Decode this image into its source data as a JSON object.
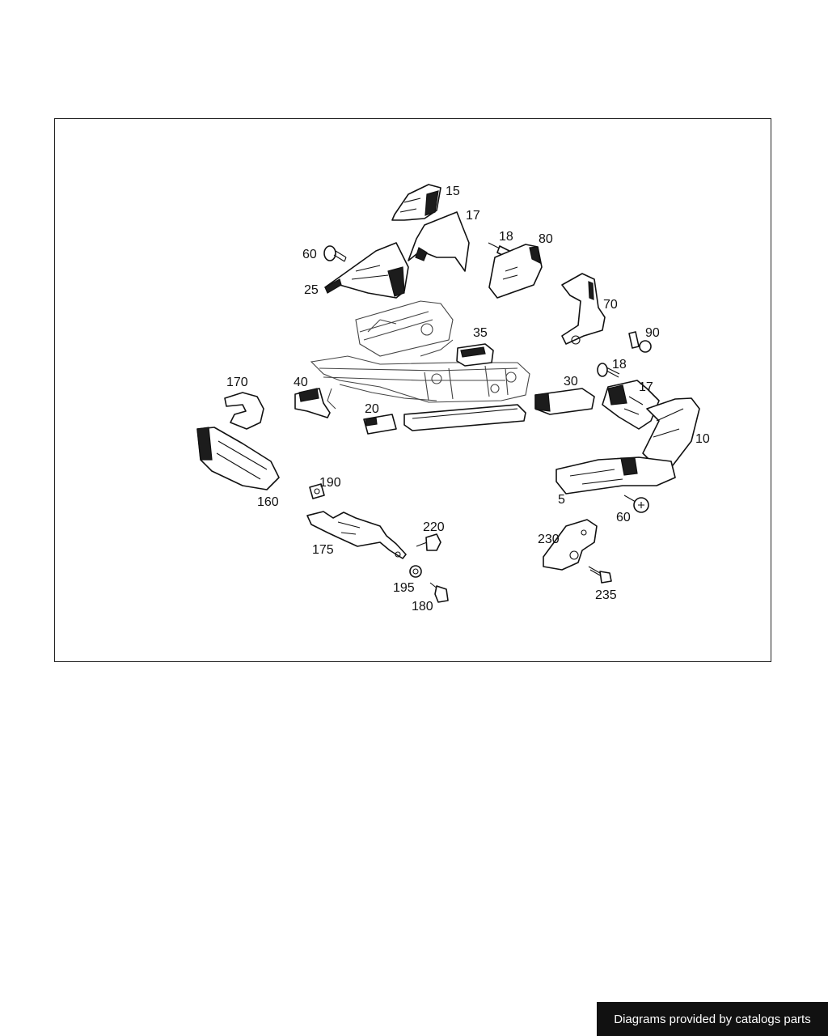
{
  "diagram": {
    "callouts": [
      {
        "id": "c15",
        "text": "15"
      },
      {
        "id": "c17a",
        "text": "17"
      },
      {
        "id": "c18a",
        "text": "18"
      },
      {
        "id": "c80",
        "text": "80"
      },
      {
        "id": "c60a",
        "text": "60"
      },
      {
        "id": "c25",
        "text": "25"
      },
      {
        "id": "c70",
        "text": "70"
      },
      {
        "id": "c90",
        "text": "90"
      },
      {
        "id": "c35",
        "text": "35"
      },
      {
        "id": "c18b",
        "text": "18"
      },
      {
        "id": "c170",
        "text": "170"
      },
      {
        "id": "c40",
        "text": "40"
      },
      {
        "id": "c30",
        "text": "30"
      },
      {
        "id": "c17b",
        "text": "17"
      },
      {
        "id": "c20",
        "text": "20"
      },
      {
        "id": "c10",
        "text": "10"
      },
      {
        "id": "c160",
        "text": "160"
      },
      {
        "id": "c190",
        "text": "190"
      },
      {
        "id": "c5",
        "text": "5"
      },
      {
        "id": "c60b",
        "text": "60"
      },
      {
        "id": "c220",
        "text": "220"
      },
      {
        "id": "c230",
        "text": "230"
      },
      {
        "id": "c175",
        "text": "175"
      },
      {
        "id": "c195",
        "text": "195"
      },
      {
        "id": "c235",
        "text": "235"
      },
      {
        "id": "c180",
        "text": "180"
      }
    ]
  },
  "footer": {
    "credit": "Diagrams provided by catalogs parts"
  },
  "colors": {
    "line": "#111111",
    "banner": "#111111",
    "background": "#ffffff"
  }
}
